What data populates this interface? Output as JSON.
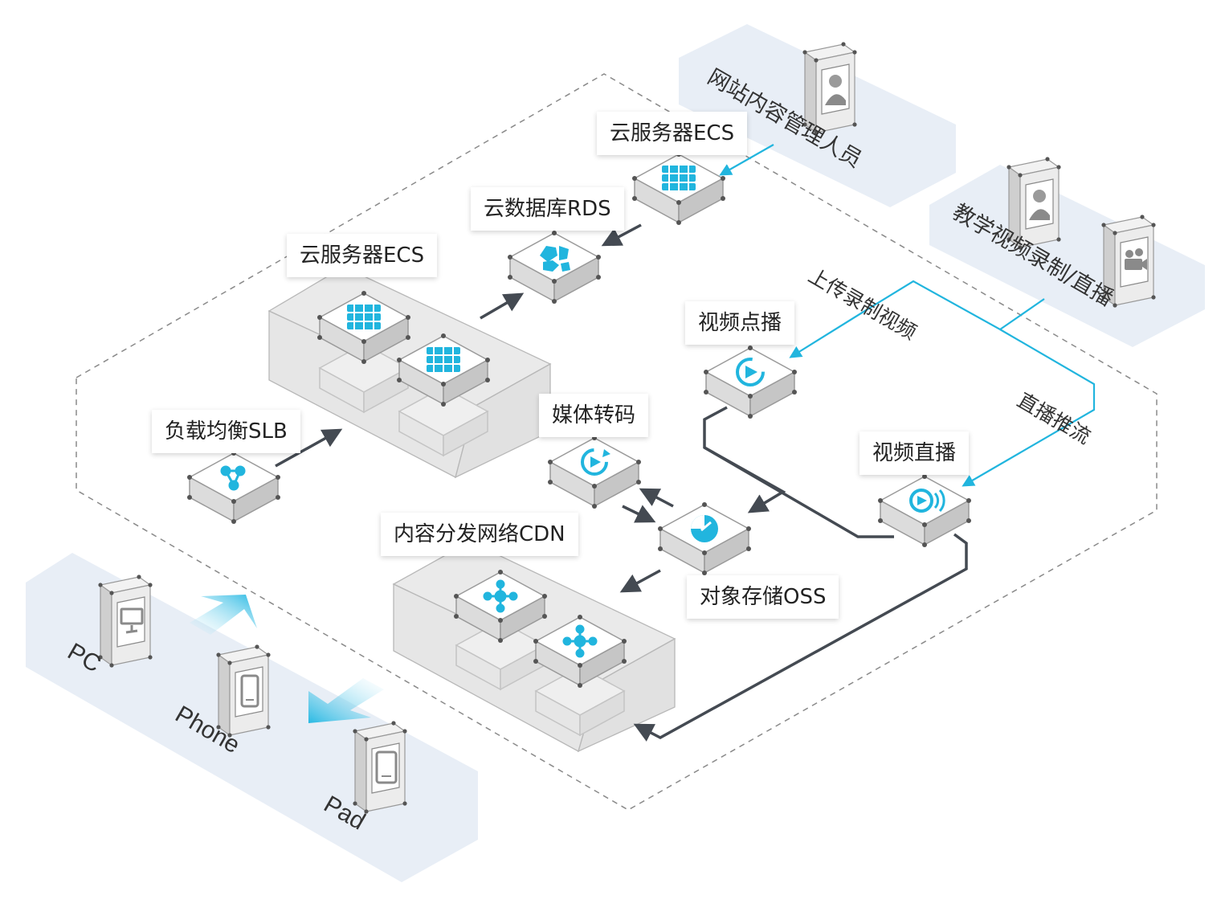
{
  "labels": {
    "ecs_top": "云服务器ECS",
    "rds": "云数据库RDS",
    "ecs_cluster": "云服务器ECS",
    "slb": "负载均衡SLB",
    "transcode": "媒体转码",
    "vod": "视频点播",
    "live": "视频直播",
    "cdn": "内容分发网络CDN",
    "oss": "对象存储OSS"
  },
  "regions": {
    "admin": "网站内容管理人员",
    "recording": "教学视频录制/直播"
  },
  "edges": {
    "upload": "上传录制视频",
    "push": "直播推流"
  },
  "devices": {
    "pc": "PC",
    "phone": "Phone",
    "pad": "Pad"
  },
  "colors": {
    "accent": "#21b5de",
    "arrow_dark": "#444a52",
    "region_bg": "#e8eef6",
    "boundary": "#8a8a8a"
  }
}
